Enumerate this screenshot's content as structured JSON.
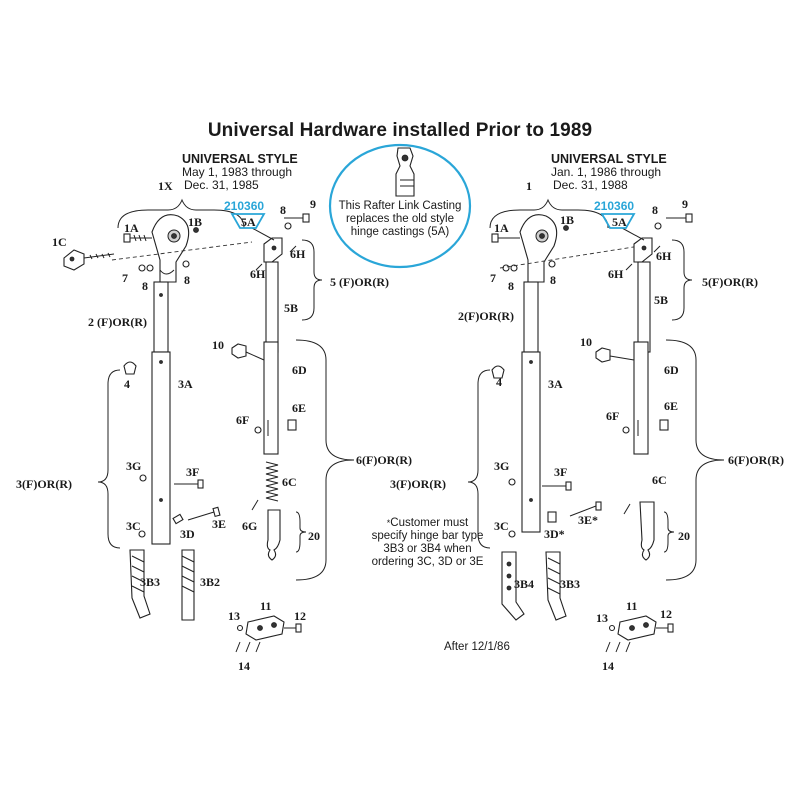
{
  "title": "Universal Hardware installed Prior to 1989",
  "left": {
    "style_title": "UNIVERSAL STYLE",
    "date_line1": "May 1, 1983  through",
    "date_line2": "Dec. 31, 1985",
    "set_label": "1X",
    "part_number": "210360",
    "labels": {
      "l1A": "1A",
      "l1B": "1B",
      "l1C": "1C",
      "l7": "7",
      "l8a": "8",
      "l8b": "8",
      "l8c": "8",
      "l9": "9",
      "l5A": "5A",
      "l6H": "6H",
      "l6Hb": "6H",
      "l5": "5 (F)OR(R)",
      "l5B": "5B",
      "l2": "2 (F)OR(R)",
      "l10": "10",
      "l6D": "6D",
      "l4": "4",
      "l3A": "3A",
      "l6F": "6F",
      "l6E": "6E",
      "l6": "6(F)OR(R)",
      "l3": "3(F)OR(R)",
      "l3G": "3G",
      "l3F": "3F",
      "l6C": "6C",
      "l3C": "3C",
      "l3E": "3E",
      "l3D": "3D",
      "l6G": "6G",
      "l20": "20",
      "l3B3": "3B3",
      "l3B2": "3B2",
      "l11": "11",
      "l12": "12",
      "l13": "13",
      "l14": "14"
    }
  },
  "right": {
    "style_title": "UNIVERSAL STYLE",
    "date_line1": "Jan. 1, 1986  through",
    "date_line2": "Dec. 31, 1988",
    "set_label": "1",
    "part_number": "210360",
    "labels": {
      "l1A": "1A",
      "l1B": "1B",
      "l7": "7",
      "l8a": "8",
      "l8b": "8",
      "l8c": "8",
      "l9": "9",
      "l5A": "5A",
      "l6H": "6H",
      "l6Hb": "6H",
      "l5": "5(F)OR(R)",
      "l5B": "5B",
      "l2": "2(F)OR(R)",
      "l10": "10",
      "l6D": "6D",
      "l4": "4",
      "l3A": "3A",
      "l6F": "6F",
      "l6E": "6E",
      "l6": "6(F)OR(R)",
      "l3": "3(F)OR(R)",
      "l3G": "3G",
      "l3F": "3F",
      "l6C": "6C",
      "l3C": "3C",
      "l3E": "3E*",
      "l3D": "3D*",
      "l20": "20",
      "l3B4": "3B4",
      "l3B3": "3B3",
      "l11": "11",
      "l12": "12",
      "l13": "13",
      "l14": "14",
      "after": "After 12/1/86"
    }
  },
  "callout": {
    "text": "This Rafter Link Casting replaces the old style hinge castings (5A)"
  },
  "note": {
    "star": "*",
    "text": "Customer must specify hinge bar type 3B3 or 3B4 when ordering 3C, 3D or 3E"
  },
  "colors": {
    "accent": "#2aa6d8",
    "ink": "#222222"
  }
}
